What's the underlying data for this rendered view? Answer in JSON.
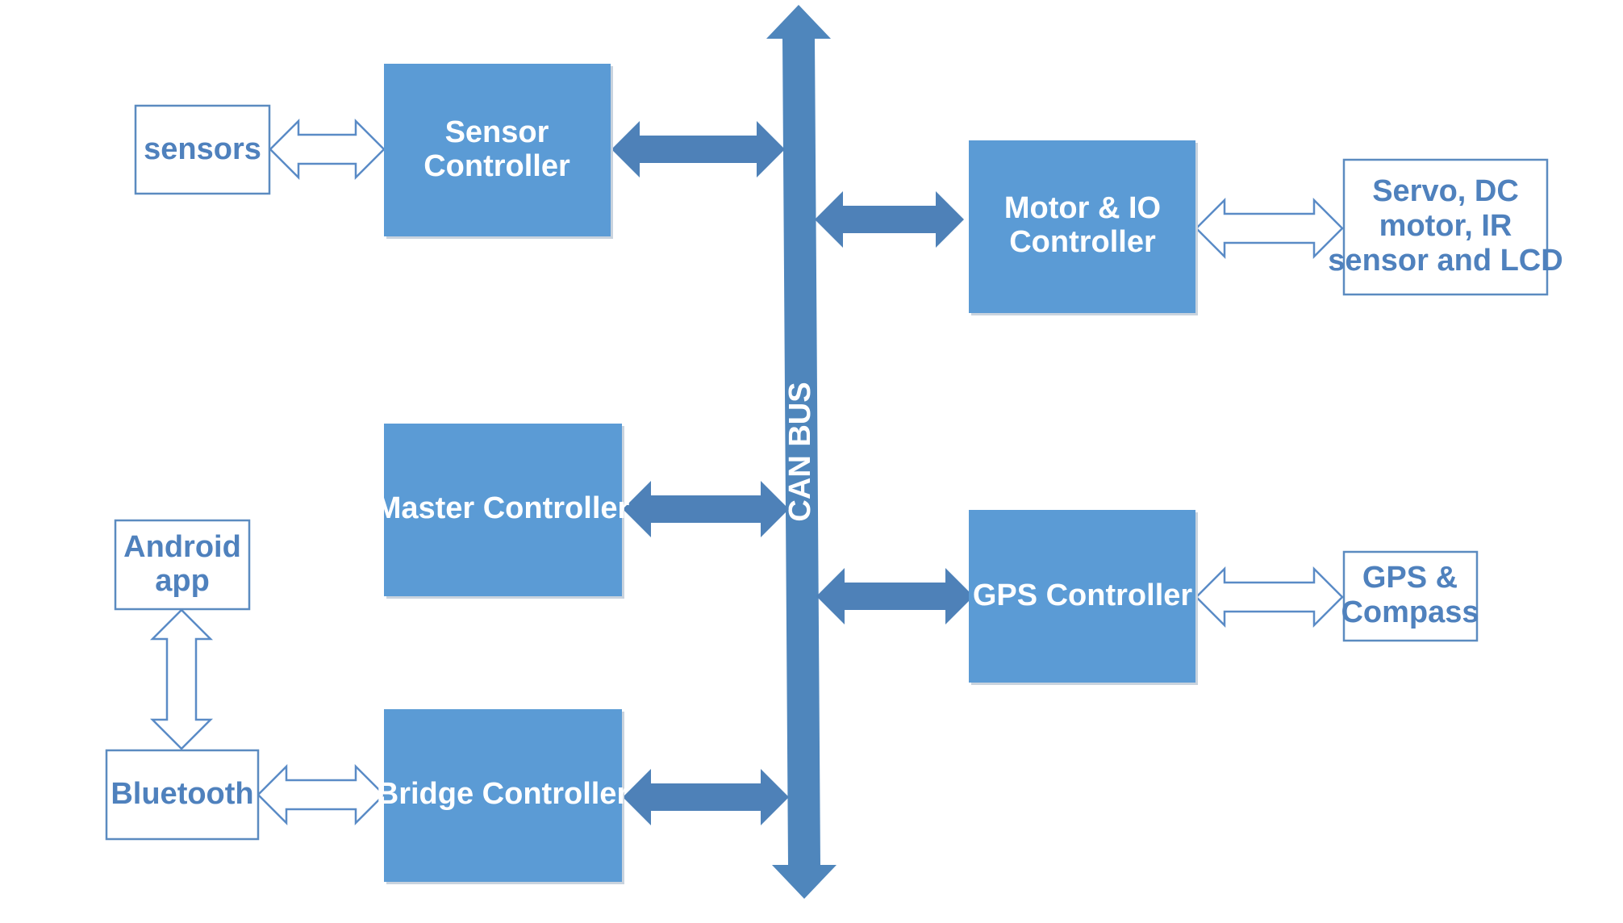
{
  "colors": {
    "controller_fill": "#5B9BD5",
    "controller_shadow": "#C9D3DE",
    "bus_fill": "#4F86BC",
    "bus_arrow_fill": "#4E81B8",
    "io_border": "#5B8BC0",
    "io_text": "#4F81BD",
    "hollow_arrow_stroke": "#5A8BC6",
    "background": "#FFFFFF"
  },
  "bus": {
    "label": "CAN BUS"
  },
  "controllers": {
    "sensor": {
      "line1": "Sensor",
      "line2": "Controller"
    },
    "motor": {
      "line1": "Motor & IO",
      "line2": "Controller"
    },
    "master": {
      "line1": "Master Controller"
    },
    "gps": {
      "line1": "GPS Controller"
    },
    "bridge": {
      "line1": "Bridge Controller"
    }
  },
  "devices": {
    "sensors": {
      "line1": "sensors"
    },
    "servo": {
      "line1": "Servo, DC",
      "line2": "motor, IR",
      "line3": "sensor and LCD"
    },
    "android": {
      "line1": "Android",
      "line2": "app"
    },
    "bluetooth": {
      "line1": "Bluetooth"
    },
    "gps_compass": {
      "line1": "GPS &",
      "line2": "Compass"
    }
  }
}
